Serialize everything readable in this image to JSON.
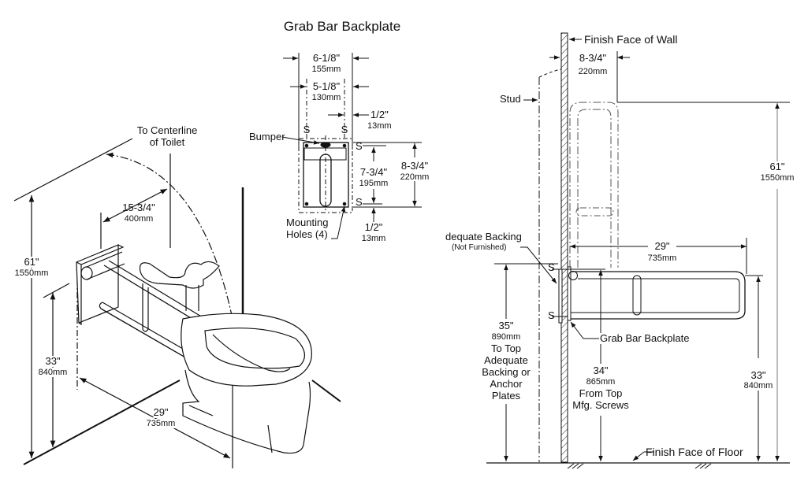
{
  "title": "Grab Bar Backplate",
  "isometric_view": {
    "centerline_label": [
      "To Centerline",
      "of Toilet"
    ],
    "dim_offset": {
      "in": "15-3/4\"",
      "mm": "400mm"
    },
    "dim_height_top": {
      "in": "61\"",
      "mm": "1550mm"
    },
    "dim_height_bar": {
      "in": "33\"",
      "mm": "840mm"
    },
    "dim_length": {
      "in": "29\"",
      "mm": "735mm"
    }
  },
  "backplate_detail": {
    "dim_outer_width": {
      "in": "6-1/8\"",
      "mm": "155mm"
    },
    "dim_screw_spacing": {
      "in": "5-1/8\"",
      "mm": "130mm"
    },
    "dim_edge_side": {
      "in": "1/2\"",
      "mm": "13mm"
    },
    "dim_screw_vertical": {
      "in": "7-3/4\"",
      "mm": "195mm"
    },
    "dim_outer_height": {
      "in": "8-3/4\"",
      "mm": "220mm"
    },
    "dim_edge_bottom": {
      "in": "1/2\"",
      "mm": "13mm"
    },
    "screw_marker": "S",
    "bumper_label": "Bumper",
    "mounting_holes_label": [
      "Mounting",
      "Holes (4)"
    ]
  },
  "side_view": {
    "finish_wall_label": "Finish Face of Wall",
    "projection": {
      "in": "8-3/4\"",
      "mm": "220mm"
    },
    "stud_label": "Stud",
    "backing_label": "dequate Backing",
    "backing_note": "(Not Furnished)",
    "dim_raised_height": {
      "in": "61\"",
      "mm": "1550mm"
    },
    "dim_length": {
      "in": "29\"",
      "mm": "735mm"
    },
    "backplate_label": "Grab Bar Backplate",
    "dim_backing_top": {
      "in": "35\"",
      "mm": "890mm",
      "note": [
        "To Top",
        "Adequate",
        "Backing or",
        "Anchor",
        "Plates"
      ]
    },
    "dim_screws_top": {
      "in": "34\"",
      "mm": "865mm",
      "note": [
        "From Top",
        "Mfg. Screws"
      ]
    },
    "dim_bar_height": {
      "in": "33\"",
      "mm": "840mm"
    },
    "finish_floor_label": "Finish Face of Floor",
    "screw_marker": "S"
  }
}
